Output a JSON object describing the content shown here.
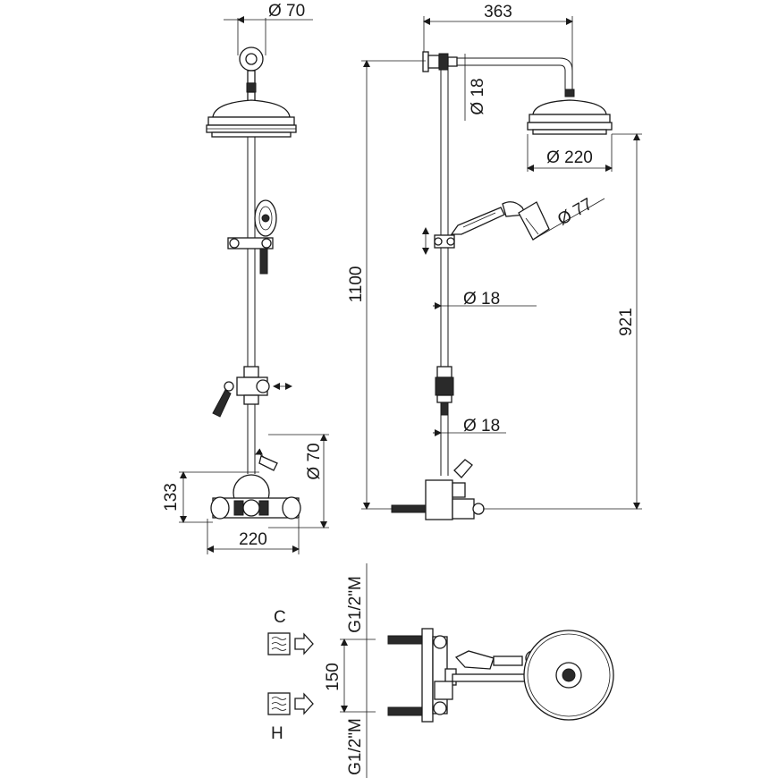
{
  "diagram": {
    "front_view": {
      "head_mount_dim": "Ø 70",
      "valve_height_dim": "133",
      "valve_width_dim": "220",
      "valve_flange_dim": "Ø 70"
    },
    "side_view": {
      "arm_reach_dim": "363",
      "arm_tube_dim": "Ø 18",
      "head_diameter_dim": "Ø 220",
      "handset_diameter_dim": "Ø 77",
      "riser_tube_dim": "Ø 18",
      "hose_tube_dim": "Ø 18",
      "total_height_dim": "1100",
      "head_height_dim": "921"
    },
    "plan_view": {
      "cold_label": "C",
      "hot_label": "H",
      "inlet_spacing_dim": "150",
      "cold_thread_dim": "G1/2\"M",
      "hot_thread_dim": "G1/2\"M"
    },
    "colors": {
      "line": "#1a1a1a",
      "background": "#ffffff"
    }
  }
}
